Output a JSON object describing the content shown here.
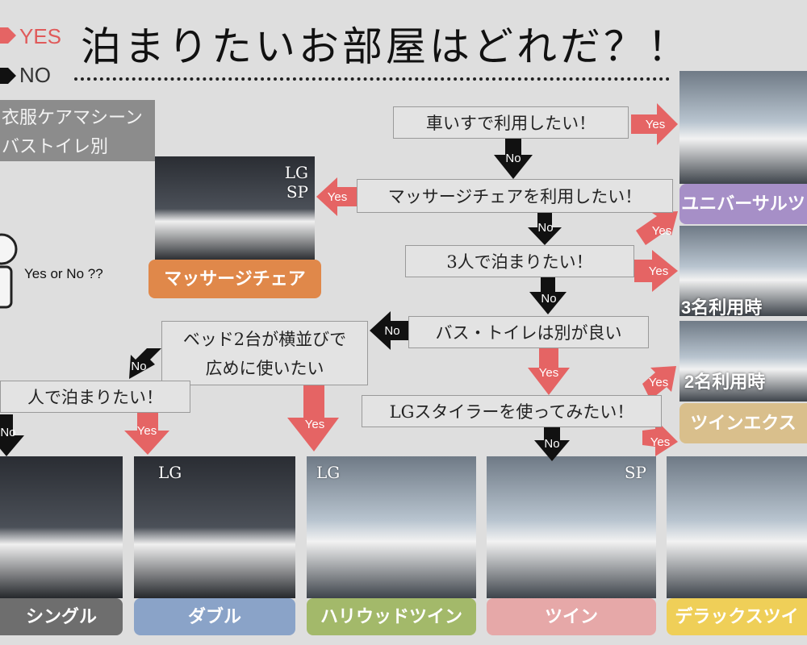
{
  "title": "泊まりたいお部屋はどれだ？！",
  "legend": {
    "yes": "YES",
    "no": "NO"
  },
  "features": [
    "衣服ケアマシーン",
    "バストイレ別"
  ],
  "yes_or_no": "Yes or No ??",
  "questions": {
    "wheelchair": "車いすで利用したい！",
    "massage": "マッサージチェアを利用したい！",
    "three_people": "3人で泊まりたい！",
    "bath_separate": "バス・トイレは別が良い",
    "beds_line1": "ベッド2台が横並びで",
    "beds_line2": "広めに使いたい",
    "one_person": "人で泊まりたい！",
    "lg_styler": "LGスタイラーを使ってみたい！"
  },
  "arrows": {
    "yes": "Yes",
    "no": "No"
  },
  "marks": {
    "lg": "LG",
    "sp": "SP"
  },
  "side_labels": {
    "three": "3名利用時",
    "two": "2名利用時"
  },
  "rooms": {
    "universal": "ユニバーサルツ",
    "massage_chair": "マッサージチェア",
    "twin_ex": "ツインエクス",
    "single": "シングル",
    "double": "ダブル",
    "hollywood": "ハリウッドツイン",
    "twin": "ツイン",
    "deluxe": "デラックスツイ"
  },
  "colors": {
    "yes_arrow": "#e56464",
    "no_arrow": "#111111",
    "universal": "#a68fc7",
    "massage_chair": "#e0884a",
    "twin_ex": "#d9bf8c",
    "single": "#6e6e6e",
    "double": "#8aa3c8",
    "hollywood": "#a3b96a",
    "twin": "#e6a8a8",
    "deluxe": "#efcf58"
  }
}
